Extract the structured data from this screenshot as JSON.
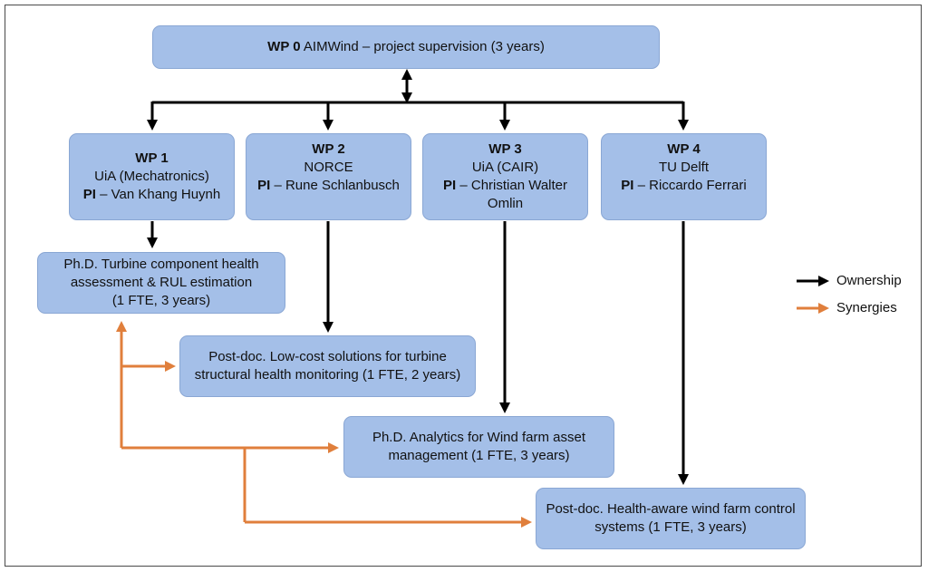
{
  "colors": {
    "box_fill": "#a4bfe8",
    "box_border": "#8aa7d4",
    "ownership": "#000000",
    "synergies": "#e07f3c"
  },
  "wp0": {
    "bold": "WP 0",
    "text": " AIMWind – project supervision (3 years)"
  },
  "wp1": {
    "title": "WP 1",
    "org": "UiA (Mechatronics)",
    "pi_bold": "PI",
    "pi_text": " – Van Khang Huynh"
  },
  "wp2": {
    "title": "WP 2",
    "org": "NORCE",
    "pi_bold": "PI",
    "pi_text": " – Rune Schlanbusch"
  },
  "wp3": {
    "title": "WP 3",
    "org": "UiA (CAIR)",
    "pi_bold": "PI",
    "pi_text": " – Christian Walter",
    "pi_text2": "Omlin"
  },
  "wp4": {
    "title": "WP 4",
    "org": "TU Delft",
    "pi_bold": "PI",
    "pi_text": " – Riccardo Ferrari"
  },
  "phd1": {
    "lines": [
      "Ph.D. Turbine component health",
      "assessment  & RUL estimation",
      "(1 FTE, 3 years)"
    ]
  },
  "postdoc1": {
    "lines": [
      "Post-doc. Low-cost solutions for turbine",
      "structural health monitoring (1 FTE, 2 years)"
    ]
  },
  "phd2": {
    "lines": [
      "Ph.D. Analytics for Wind farm asset",
      "management  (1 FTE, 3 years)"
    ]
  },
  "postdoc2": {
    "lines": [
      "Post-doc. Health-aware wind farm control",
      "systems (1 FTE, 3 years)"
    ]
  },
  "legend": {
    "ownership": "Ownership",
    "synergies": "Synergies"
  }
}
